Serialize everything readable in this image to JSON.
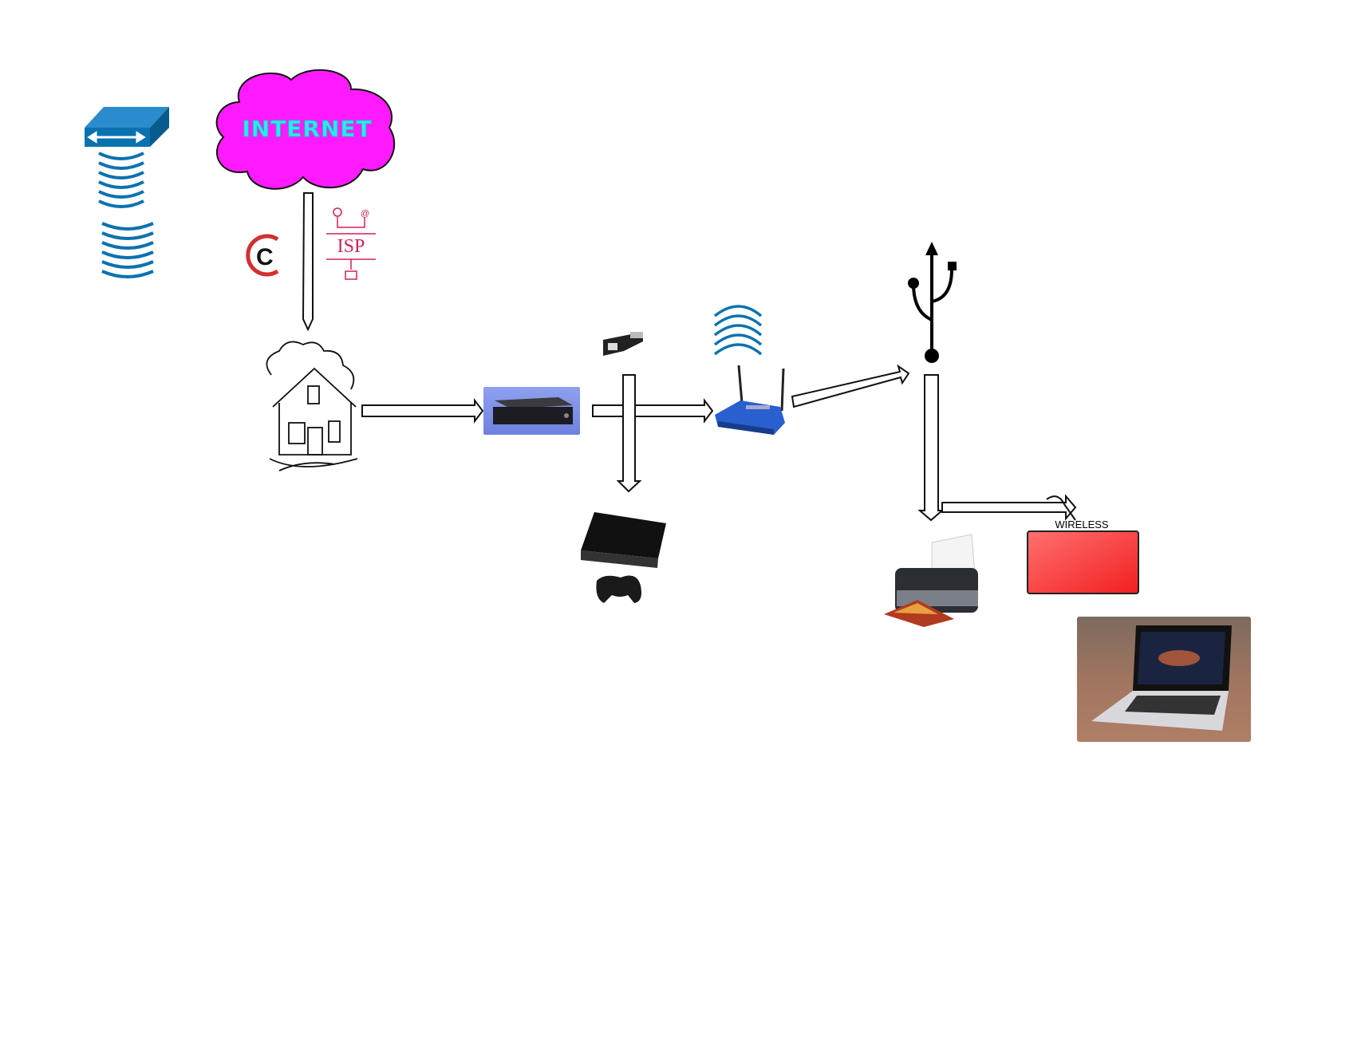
{
  "diagram": {
    "cloud_label": "INTERNET",
    "isp_label": "ISP",
    "wireless_label": "WIRELESS",
    "colors": {
      "cloud": "#ff1aff",
      "cloud_text": "#33e6f0",
      "isp": "#d0215a",
      "switch_blue": "#0a72b0",
      "wireless_box": "#f53838"
    },
    "nodes": [
      "internet-cloud",
      "network-switch",
      "isp",
      "cable-provider-logo",
      "house",
      "modem",
      "ethernet-adapter",
      "ps3-console",
      "wireless-router",
      "usb",
      "printer",
      "wireless-box",
      "laptop"
    ]
  }
}
